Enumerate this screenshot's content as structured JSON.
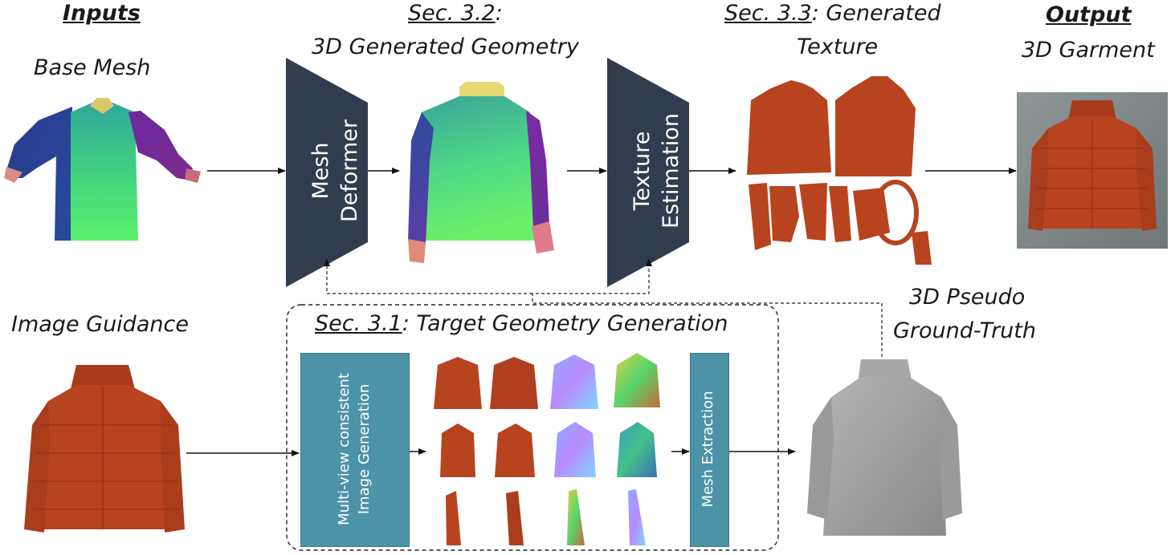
{
  "inputs_heading": "Inputs",
  "base_mesh_label": "Base Mesh",
  "image_guidance_label": "Image Guidance",
  "sec32": {
    "ref": "Sec. 3.2",
    "colon": ":",
    "title": "3D Generated Geometry"
  },
  "sec33": {
    "ref": "Sec. 3.3",
    "rest": ": Generated",
    "line2": "Texture"
  },
  "output": {
    "heading": "Output",
    "label": "3D Garment"
  },
  "sec31": {
    "ref": "Sec. 3.1",
    "rest": ": Target Geometry Generation"
  },
  "pseudo_gt": {
    "line1": "3D Pseudo",
    "line2": "Ground-Truth"
  },
  "blocks": {
    "mesh_deformer": [
      "Mesh",
      "Deformer"
    ],
    "texture_estimation": [
      "Texture",
      "Estimation"
    ],
    "multiview": [
      "Multi-view consistent",
      "Image Generation"
    ],
    "mesh_extraction": "Mesh Extraction"
  },
  "colors": {
    "trapezoid": "#323c4f",
    "teal_box": "#4c93a7",
    "jacket": "#b8431f",
    "gray_mesh": "#9a9a9a"
  }
}
